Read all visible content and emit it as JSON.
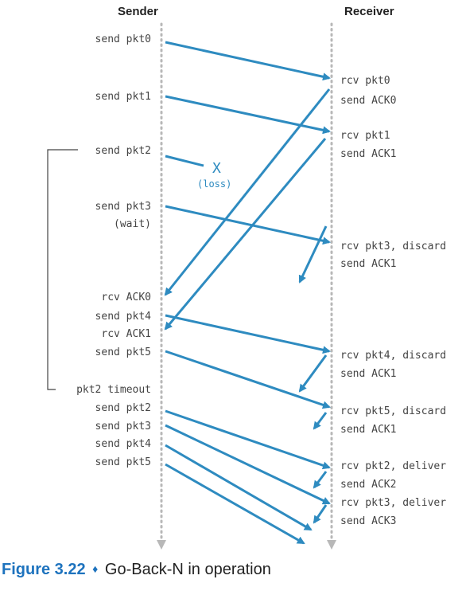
{
  "headers": {
    "sender": "Sender",
    "receiver": "Receiver"
  },
  "sender_labels": [
    {
      "text": "send pkt0",
      "row": 0
    },
    {
      "text": "send pkt1",
      "row": 1
    },
    {
      "text": "send pkt2",
      "row": 2
    },
    {
      "text": "send pkt3",
      "row": 3
    },
    {
      "text": "(wait)",
      "row": 4
    },
    {
      "text": "rcv ACK0",
      "row": 5
    },
    {
      "text": "send pkt4",
      "row": 6
    },
    {
      "text": "rcv ACK1",
      "row": 7
    },
    {
      "text": "send pkt5",
      "row": 8
    },
    {
      "text": "pkt2 timeout",
      "row": 9
    },
    {
      "text": "send pkt2",
      "row": 10
    },
    {
      "text": "send pkt3",
      "row": 11
    },
    {
      "text": "send pkt4",
      "row": 12
    },
    {
      "text": "send pkt5",
      "row": 13
    }
  ],
  "receiver_labels": [
    {
      "text": "rcv pkt0",
      "row": 0
    },
    {
      "text": "send ACK0",
      "row": 1
    },
    {
      "text": "rcv pkt1",
      "row": 2
    },
    {
      "text": "send ACK1",
      "row": 3
    },
    {
      "text": "rcv pkt3, discard",
      "row": 4
    },
    {
      "text": "send ACK1",
      "row": 5
    },
    {
      "text": "rcv pkt4, discard",
      "row": 6
    },
    {
      "text": "send ACK1",
      "row": 7
    },
    {
      "text": "rcv pkt5, discard",
      "row": 8
    },
    {
      "text": "send ACK1",
      "row": 9
    },
    {
      "text": "rcv pkt2, deliver",
      "row": 10
    },
    {
      "text": "send ACK2",
      "row": 11
    },
    {
      "text": "rcv pkt3, deliver",
      "row": 12
    },
    {
      "text": "send ACK3",
      "row": 13
    }
  ],
  "loss": {
    "mark": "X",
    "label": "(loss)"
  },
  "caption": {
    "figure": "Figure 3.22",
    "separator": "♦",
    "title": "Go-Back-N in operation"
  },
  "colors": {
    "arrow": "#2e8bc0",
    "timeline": "#b8b8b8",
    "text": "#444444",
    "caption_accent": "#1e73be"
  }
}
